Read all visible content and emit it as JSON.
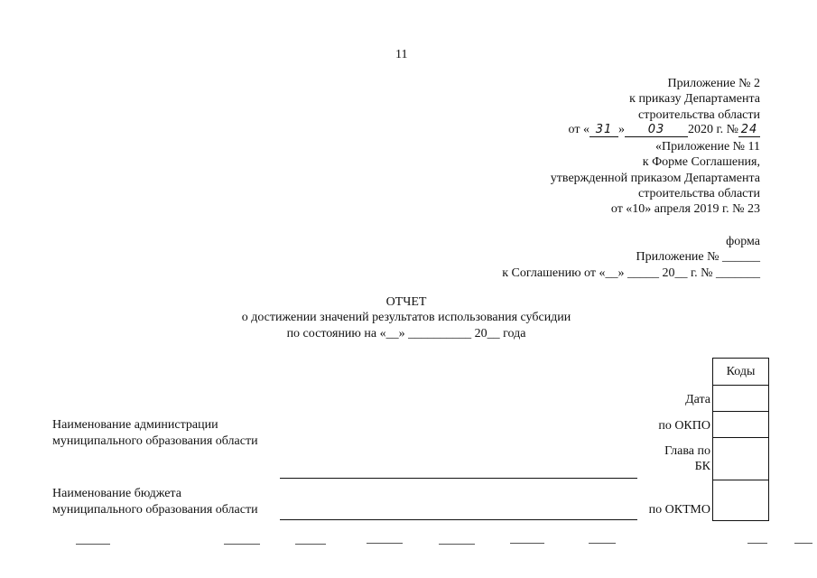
{
  "page_number": "11",
  "header": {
    "appendix": "Приложение № 2",
    "to_order": "к приказу Департамента",
    "dept": "строительства области",
    "date_prefix": "от «",
    "date_day": "31",
    "date_mid": "»",
    "date_month": "03",
    "date_year": "2020 г. №",
    "date_num": "24"
  },
  "header2": {
    "appendix": "«Приложение № 11",
    "to_form": "к Форме Соглашения,",
    "approved": "утвержденной приказом Департамента",
    "dept": "строительства области",
    "date": "от «10» апреля 2019 г. № 23"
  },
  "form_block": {
    "label": "форма",
    "appendix": "Приложение № ______",
    "agreement": "к Соглашению от «__» _____ 20__ г. № _______"
  },
  "title": {
    "main": "ОТЧЕТ",
    "sub": "о достижении значений результатов использования субсидии",
    "status": "по состоянию на «__» __________ 20__ года"
  },
  "fields": {
    "admin_line1": "Наименование администрации",
    "admin_line2": "муниципального образования области",
    "budget_line1": "Наименование бюджета",
    "budget_line2": "муниципального образования области"
  },
  "codes": {
    "header": "Коды",
    "date": "Дата",
    "okpo": "по ОКПО",
    "glava1": "Глава по",
    "glava2": "БК",
    "oktmo": "по ОКТМО"
  }
}
